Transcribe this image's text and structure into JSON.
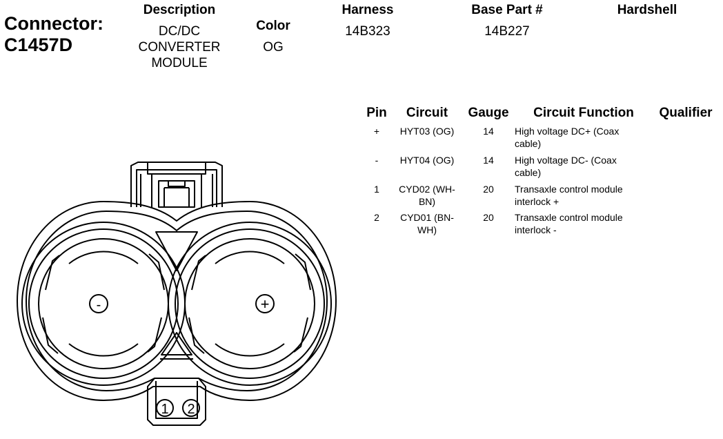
{
  "connector": {
    "label": "Connector:",
    "id": "C1457D"
  },
  "description": {
    "header": "Description",
    "line1": "DC/DC",
    "line2": "CONVERTER",
    "line3": "MODULE"
  },
  "color": {
    "header": "Color",
    "value": "OG"
  },
  "harness": {
    "header": "Harness",
    "value": "14B323"
  },
  "base_part": {
    "header": "Base Part #",
    "value": "14B227"
  },
  "hardshell": {
    "header": "Hardshell"
  },
  "pin_table": {
    "headers": {
      "pin": "Pin",
      "circuit": "Circuit",
      "gauge": "Gauge",
      "function": "Circuit Function",
      "qualifier": "Qualifier"
    },
    "rows": [
      {
        "pin": "+",
        "circuit1": "HYT03 (OG)",
        "circuit2": "",
        "gauge": "14",
        "function1": "High voltage DC+ (Coax",
        "function2": "cable)",
        "qualifier": ""
      },
      {
        "pin": "-",
        "circuit1": "HYT04 (OG)",
        "circuit2": "",
        "gauge": "14",
        "function1": "High voltage DC- (Coax",
        "function2": "cable)",
        "qualifier": ""
      },
      {
        "pin": "1",
        "circuit1": "CYD02 (WH-",
        "circuit2": "BN)",
        "gauge": "20",
        "function1": "Transaxle control module",
        "function2": "interlock +",
        "qualifier": ""
      },
      {
        "pin": "2",
        "circuit1": "CYD01 (BN-",
        "circuit2": "WH)",
        "gauge": "20",
        "function1": "Transaxle control module",
        "function2": "interlock -",
        "qualifier": ""
      }
    ]
  },
  "diagram": {
    "pin_minus": "-",
    "pin_plus": "+",
    "pin_1": "1",
    "pin_2": "2"
  }
}
